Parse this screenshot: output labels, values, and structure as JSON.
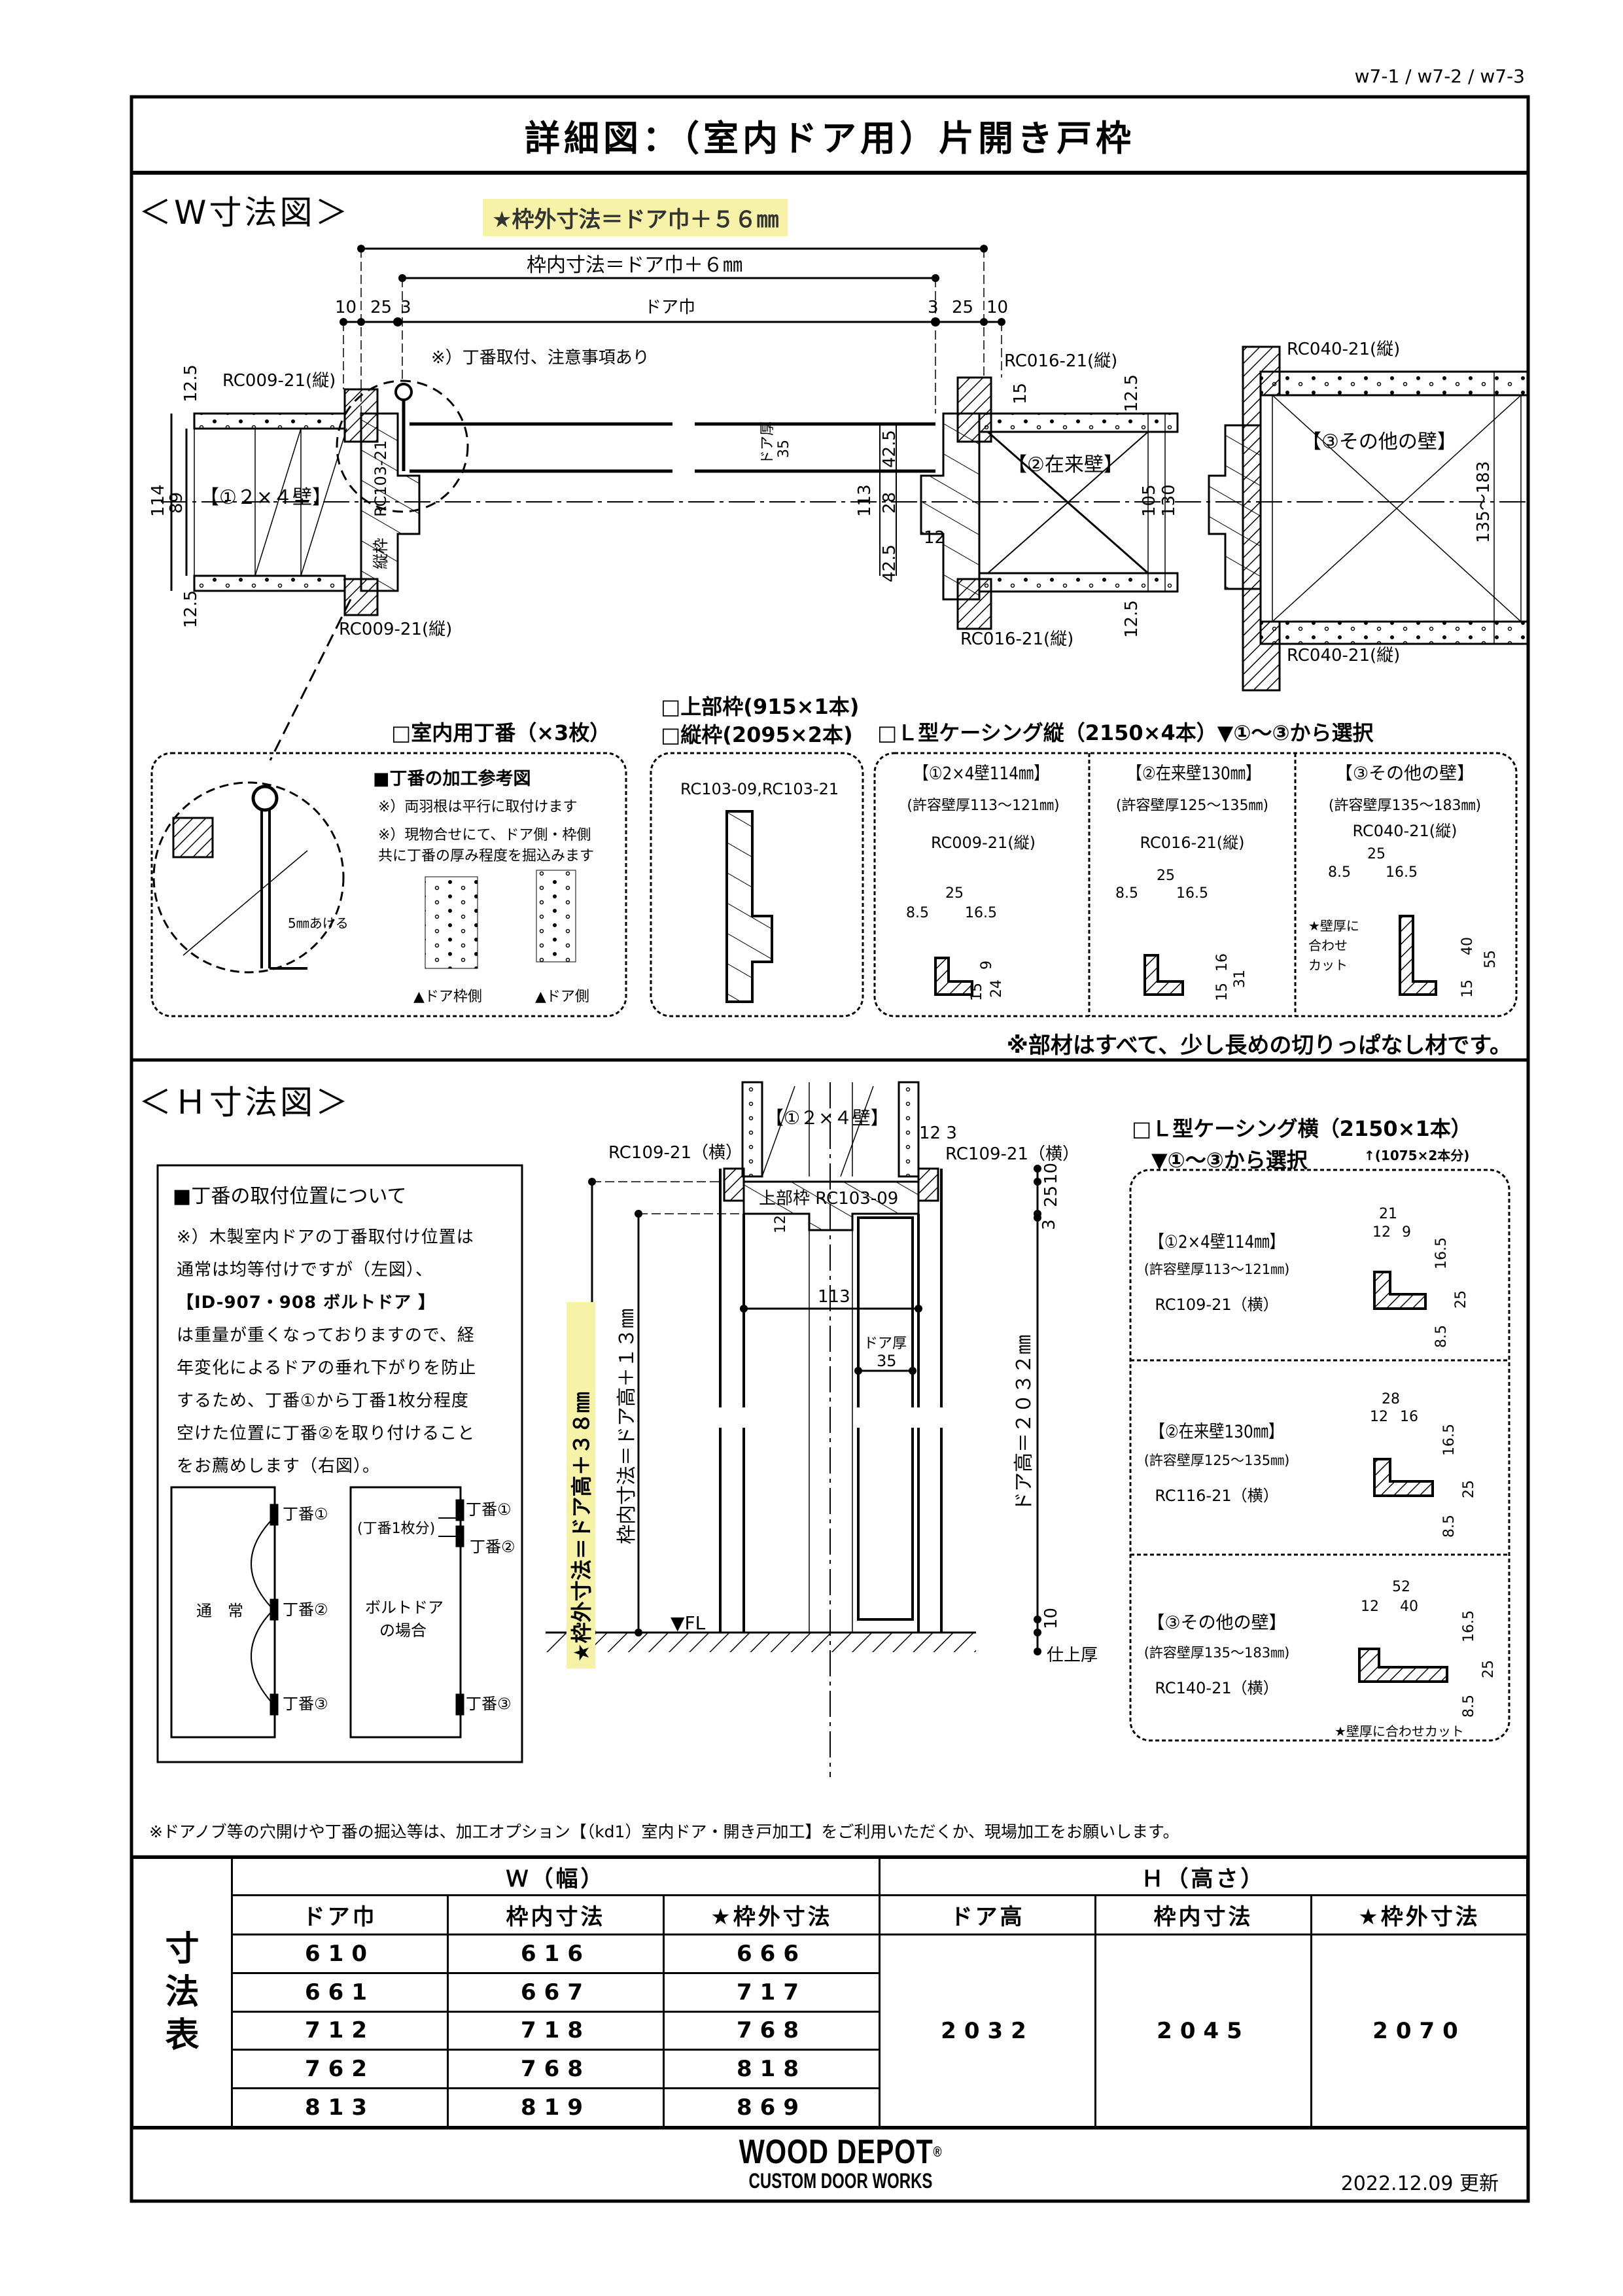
{
  "page_ref": "w7-1 / w7-2 / w7-3",
  "title": "詳細図：（室内ドア用）片開き戸枠",
  "w_section": {
    "label": "＜W寸法図＞",
    "outer_dim": "★枠外寸法＝ドア巾＋５６㎜",
    "inner_dim": "枠内寸法＝ドア巾＋６㎜",
    "door_width": "ドア巾",
    "top_dims": [
      "10",
      "25",
      "3",
      "3",
      "25",
      "10"
    ],
    "hinge_note": "※）丁番取付、注意事項あり",
    "wall1": {
      "label": "【①２×４壁】",
      "casing_top": "RC009-21(縦)",
      "casing_bottom": "RC009-21(縦)",
      "dims": [
        "12.5",
        "114",
        "89",
        "12.5"
      ]
    },
    "frame_label": "RC103-21",
    "jamb_label": "縦枠",
    "door_thickness": "ドア厚",
    "door_thickness_value": "35",
    "wall2": {
      "label": "【②在来壁】",
      "casing_top": "RC016-21(縦)",
      "casing_bottom": "RC016-21(縦)",
      "dims": [
        "113",
        "42.5",
        "28",
        "42.5",
        "12",
        "15",
        "12.5",
        "105",
        "130",
        "12.5"
      ]
    },
    "wall3": {
      "label": "【③その他の壁】",
      "casing_top": "RC040-21(縦)",
      "casing_bottom": "RC040-21(縦)",
      "dims": [
        "135～183"
      ]
    }
  },
  "parts": {
    "hinge_title": "□室内用丁番（×3枚）",
    "head_frame": "□上部枠(915×1本)",
    "jamb_frame": "□縦枠(2095×2本)",
    "casing_v_title": "□Ｌ型ケーシング縦（2150×4本）▼①～③から選択",
    "hinge_box": {
      "heading": "■丁番の加工参考図",
      "notes": [
        "※）両羽根は平行に取付けます",
        "※）現物合せにて、ドア側・枠側",
        "共に丁番の厚み程度を掘込みます"
      ],
      "gap": "5㎜あける",
      "caption_frame": "▲ドア枠側",
      "caption_door": "▲ドア側"
    },
    "frame_box": {
      "code": "RC103-09,RC103-21"
    },
    "casing_v": [
      {
        "label": "【①2×4壁114㎜】",
        "range": "(許容壁厚113～121㎜)",
        "code": "RC009-21(縦)",
        "dims": [
          "25",
          "8.5",
          "16.5",
          "9",
          "15",
          "24"
        ]
      },
      {
        "label": "【②在来壁130㎜】",
        "range": "(許容壁厚125～135㎜)",
        "code": "RC016-21(縦)",
        "dims": [
          "25",
          "8.5",
          "16.5",
          "16",
          "15",
          "31"
        ]
      },
      {
        "label": "【③その他の壁】",
        "range": "(許容壁厚135～183㎜)",
        "code": "RC040-21(縦)",
        "dims": [
          "25",
          "8.5",
          "16.5",
          "40",
          "15",
          "55"
        ],
        "cut_note": [
          "★壁厚に",
          "合わせ",
          "カット"
        ]
      }
    ],
    "cut_note": "※部材はすべて、少し長めの切りっぱなし材です。"
  },
  "h_section": {
    "label": "＜Ｈ寸法図＞",
    "hinge_info": {
      "heading": "■丁番の取付位置について",
      "lines": [
        "※）木製室内ドアの丁番取付け位置は",
        "通常は均等付けですが（左図）、",
        "【ID-907・908 ボルトドア 】",
        "は重量が重くなっておりますので、経",
        "年変化によるドアの垂れ下がりを防止",
        "するため、丁番①から丁番1枚分程度",
        "空けた位置に丁番②を取り付けること",
        "をお薦めします（右図）。"
      ],
      "normal_label": "通　常",
      "bolt_label": [
        "ボルトドア",
        "の場合"
      ],
      "hinges": [
        "丁番①",
        "丁番②",
        "丁番③"
      ],
      "gap_label": "(丁番1枚分)"
    },
    "wall_label": "【①２×４壁】",
    "casing_left": "RC109-21（横）",
    "casing_right": "RC109-21（横）",
    "head_label": "上部枠 RC103-09",
    "dims_top": "12 3",
    "dim_113": "113",
    "dim_12": "12",
    "door_thickness": "ドア厚",
    "door_thickness_value": "35",
    "right_dims": [
      "10",
      "25",
      "3",
      "10"
    ],
    "finish": "仕上厚",
    "fl": "▼FL",
    "outer_dim": "★枠外寸法＝ドア高＋３８㎜",
    "inner_dim": "枠内寸法＝ドア高＋１３㎜",
    "door_height": "ドア高＝２０３２㎜",
    "casing_h_title": "□Ｌ型ケーシング横（2150×1本）",
    "casing_h_select": "▼①～③から選択",
    "casing_h_sub": "↑(1075×2本分)",
    "casing_h": [
      {
        "label": "【①2×4壁114㎜】",
        "range": "(許容壁厚113～121㎜)",
        "code": "RC109-21（横）",
        "dims": [
          "21",
          "12",
          "9",
          "16.5",
          "25",
          "8.5"
        ]
      },
      {
        "label": "【②在来壁130㎜】",
        "range": "(許容壁厚125～135㎜)",
        "code": "RC116-21（横）",
        "dims": [
          "28",
          "12",
          "16",
          "16.5",
          "25",
          "8.5"
        ]
      },
      {
        "label": "【③その他の壁】",
        "range": "(許容壁厚135～183㎜)",
        "code": "RC140-21（横）",
        "dims": [
          "52",
          "12",
          "40",
          "16.5",
          "25",
          "8.5"
        ]
      }
    ],
    "cut_note": "★壁厚に合わせカット"
  },
  "bottom_note": "※ドアノブ等の穴開けや丁番の掘込等は、加工オプション【（kd1）室内ドア・開き戸加工】をご利用いただくか、現場加工をお願いします。",
  "table": {
    "side_label": [
      "寸",
      "法",
      "表"
    ],
    "group_w": "Ｗ（幅）",
    "group_h": "Ｈ（高さ）",
    "headers": [
      "ドア巾",
      "枠内寸法",
      "★枠外寸法",
      "ドア高",
      "枠内寸法",
      "★枠外寸法"
    ],
    "rows": [
      [
        "610",
        "616",
        "666"
      ],
      [
        "661",
        "667",
        "717"
      ],
      [
        "712",
        "718",
        "768"
      ],
      [
        "762",
        "768",
        "818"
      ],
      [
        "813",
        "819",
        "869"
      ]
    ],
    "h_values": [
      "2032",
      "2045",
      "2070"
    ]
  },
  "footer": {
    "brand": "WOOD DEPOT",
    "brand_mark": "®",
    "tagline": "CUSTOM DOOR WORKS",
    "updated": "2022.12.09 更新"
  }
}
